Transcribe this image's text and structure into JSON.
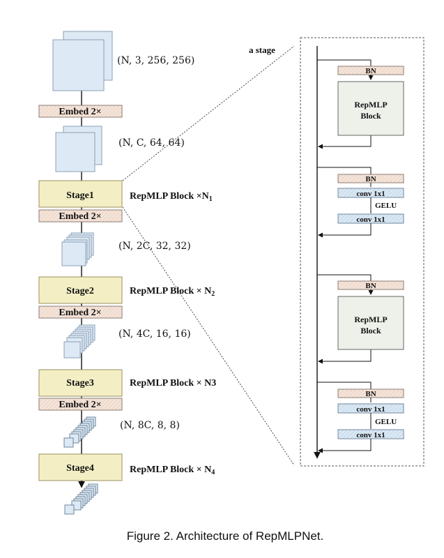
{
  "stage_label": "a stage",
  "embed_label": "Embed 2×",
  "stages": [
    {
      "label": "Stage1",
      "block": "RepMLP Block ×N",
      "sub": "1"
    },
    {
      "label": "Stage2",
      "block": "RepMLP Block × N",
      "sub": "2"
    },
    {
      "label": "Stage3",
      "block": "RepMLP Block × N3",
      "sub": ""
    },
    {
      "label": "Stage4",
      "block": "RepMLP Block × N",
      "sub": "4"
    }
  ],
  "shapes": [
    {
      "text": "(N, 3, 256, 256)"
    },
    {
      "text": "(N, C, 64, 64)"
    },
    {
      "text": "(N, 2C, 32, 32)"
    },
    {
      "text": "(N, 4C, 16, 16)"
    },
    {
      "text": "(N, 8C, 8, 8)"
    }
  ],
  "detail": {
    "bn": "BN",
    "repmlp_line1": "RepMLP",
    "repmlp_line2": "Block",
    "conv": "conv 1x1",
    "gelu": "GELU"
  },
  "caption": "Figure 2. Architecture of RepMLPNet.",
  "colors": {
    "stage_fill": "#f3eec4",
    "embed_fill": "#f5e3d8",
    "block_fill": "#dde9f4",
    "conv_fill": "#d9e8f4",
    "repmlp_fill": "#eef1ea",
    "line": "#111111"
  }
}
